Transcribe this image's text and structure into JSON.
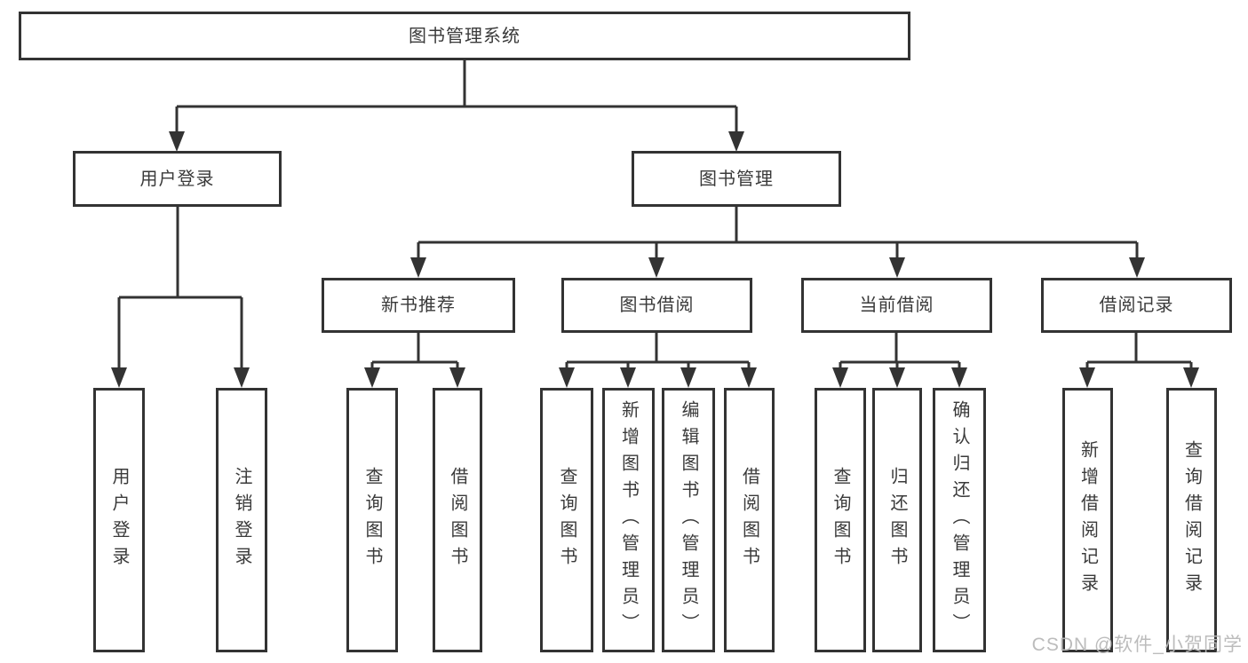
{
  "tree": {
    "root": {
      "label": "图书管理系统"
    },
    "branches": [
      {
        "label": "用户登录",
        "children": [
          {
            "label": "用户登录"
          },
          {
            "label": "注销登录"
          }
        ]
      },
      {
        "label": "图书管理",
        "children": [
          {
            "label": "新书推荐",
            "children": [
              {
                "label": "查询图书"
              },
              {
                "label": "借阅图书"
              }
            ]
          },
          {
            "label": "图书借阅",
            "children": [
              {
                "label": "查询图书"
              },
              {
                "label": "新增图书（管理员）"
              },
              {
                "label": "编辑图书（管理员）"
              },
              {
                "label": "借阅图书"
              }
            ]
          },
          {
            "label": "当前借阅",
            "children": [
              {
                "label": "查询图书"
              },
              {
                "label": "归还图书"
              },
              {
                "label": "确认归还（管理员）"
              }
            ]
          },
          {
            "label": "借阅记录",
            "children": [
              {
                "label": "新增借阅记录"
              },
              {
                "label": "查询借阅记录"
              }
            ]
          }
        ]
      }
    ]
  },
  "watermark": "CSDN @软件_小贺同学",
  "colors": {
    "line": "#333333",
    "box_border": "#333333",
    "box_fill": "#ffffff",
    "text": "#3a3a3a",
    "watermark": "#b8b8b8"
  }
}
